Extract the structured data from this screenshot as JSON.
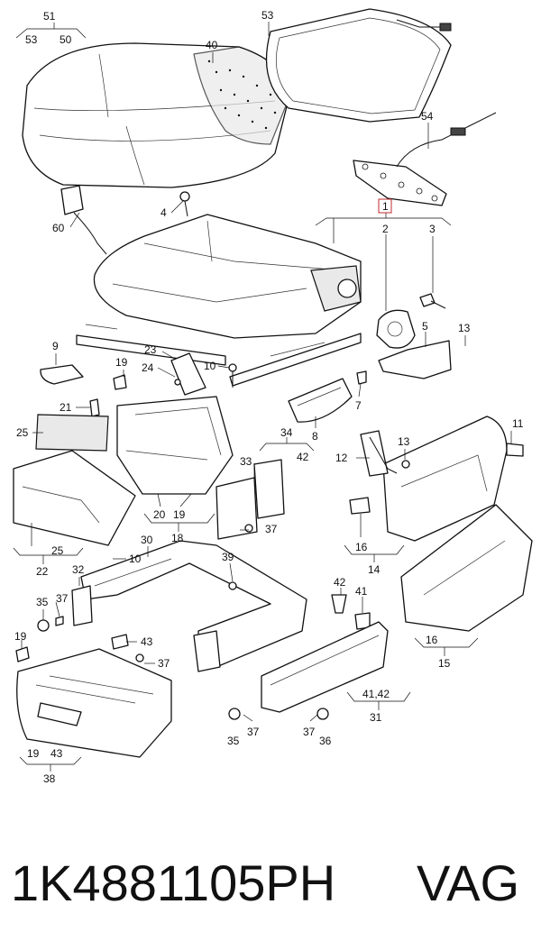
{
  "diagram": {
    "labels": {
      "l51": "51",
      "l53a": "53",
      "l50": "50",
      "l40": "40",
      "l53b": "53",
      "l54": "54",
      "l1": "1",
      "l2": "2",
      "l3": "3",
      "l4": "4",
      "l60": "60",
      "l9": "9",
      "l23": "23",
      "l24": "24",
      "l19a": "19",
      "l10a": "10",
      "l5": "5",
      "l13a": "13",
      "l7": "7",
      "l8": "8",
      "l21": "21",
      "l25a": "25",
      "l34": "34",
      "l33": "33",
      "l42a": "42",
      "l11": "11",
      "l12": "12",
      "l13b": "13",
      "l25b": "25",
      "l22": "22",
      "l20": "20",
      "l19b": "19",
      "l18": "18",
      "l37a": "37",
      "l16a": "16",
      "l14": "14",
      "l30": "30",
      "l10b": "10",
      "l39": "39",
      "l32": "32",
      "l35a": "35",
      "l37b": "37",
      "l42b": "42",
      "l41a": "41",
      "l19c": "19",
      "l43a": "43",
      "l37c": "37",
      "l16b": "16",
      "l15": "15",
      "l4142": "41,42",
      "l31": "31",
      "l37d": "37",
      "l37e": "37",
      "l35b": "35",
      "l36": "36",
      "l19d": "19",
      "l43b": "43",
      "l38": "38"
    }
  },
  "caption": {
    "part_number": "1K4881105PH",
    "brand": "VAG"
  },
  "colors": {
    "callout_box": "#c0282d",
    "line": "#111111"
  }
}
